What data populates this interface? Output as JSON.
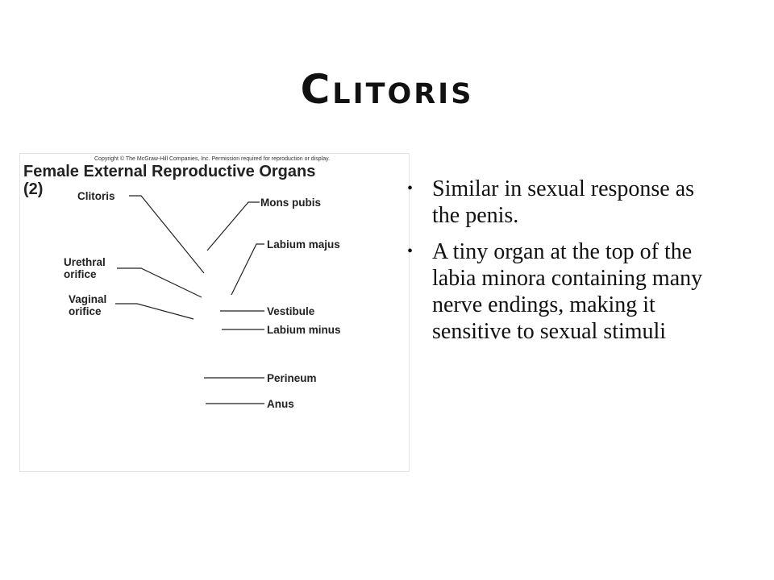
{
  "slide": {
    "title": "Clitoris"
  },
  "figure": {
    "copyright": "Copyright © The McGraw-Hill Companies, Inc. Permission required for reproduction or display.",
    "title_line1": "Female External Reproductive Organs",
    "title_line2": "(2)",
    "labels": {
      "clitoris": "Clitoris",
      "mons_pubis": "Mons pubis",
      "labium_majus": "Labium majus",
      "urethral_orifice_1": "Urethral",
      "urethral_orifice_2": "orifice",
      "vaginal_orifice_1": "Vaginal",
      "vaginal_orifice_2": "orifice",
      "vestibule": "Vestibule",
      "labium_minus": "Labium minus",
      "perineum": "Perineum",
      "anus": "Anus"
    }
  },
  "bullets": {
    "marker": "•",
    "items": [
      "Similar in sexual response as the penis.",
      "A tiny organ at the top of the labia minora containing many nerve endings, making it sensitive to sexual stimuli"
    ]
  }
}
